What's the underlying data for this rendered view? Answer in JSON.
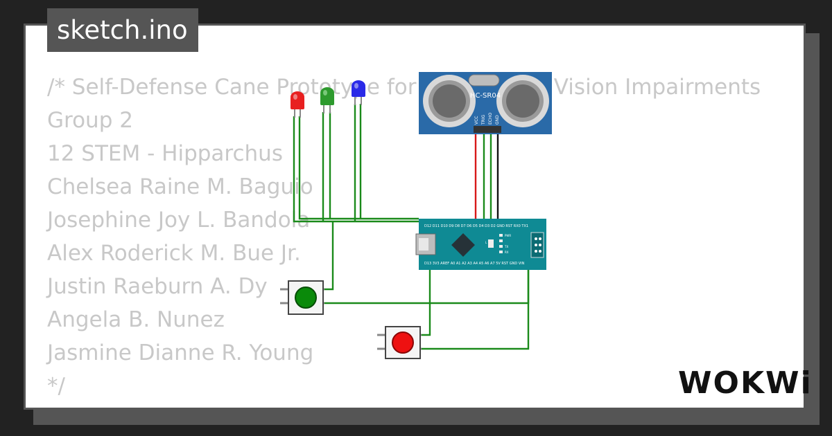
{
  "tab": {
    "filename": "sketch.ino"
  },
  "code": {
    "lines": [
      "/* Self-Defense Cane Prototype for People with Vision Impairments",
      "Group 2",
      "12 STEM - Hipparchus",
      "Chelsea Raine M. Baguio",
      "Josephine Joy L. Bandola",
      "Alex Roderick M. Bue Jr.",
      "Justin Raeburn A. Dy",
      "Angela B. Nunez",
      "Jasmine Dianne R. Young",
      "*/"
    ]
  },
  "sensor": {
    "model": "HC-SR04",
    "pins": [
      "VCC",
      "TRIG",
      "ECHO",
      "GND"
    ]
  },
  "arduino": {
    "top_pins": "D12 D11 D10 D9 D8 D7 D6 D5 D4 D3 D2 GND RST RX0 TX1",
    "bottom_pins": "D13 3V3 AREF A0 A1 A2 A3 A4 A5 A6 A7 5V RST GND VIN",
    "led_labels": [
      "L",
      "PWR",
      "TX",
      "RX"
    ]
  },
  "leds": [
    {
      "color_name": "red",
      "color": "#e82020"
    },
    {
      "color_name": "green",
      "color": "#2e9a2e"
    },
    {
      "color_name": "blue",
      "color": "#2a2ae8"
    }
  ],
  "buttons": [
    {
      "color_name": "green",
      "color": "#0a8a0a"
    },
    {
      "color_name": "red",
      "color": "#ee1111"
    }
  ],
  "colors": {
    "wire_green": "#1a8a1a",
    "wire_red": "#d81818",
    "wire_black": "#111111",
    "board_teal": "#0f8a94",
    "sensor_blue": "#2a6aa8"
  },
  "brand": {
    "logo": "WOKWi"
  }
}
